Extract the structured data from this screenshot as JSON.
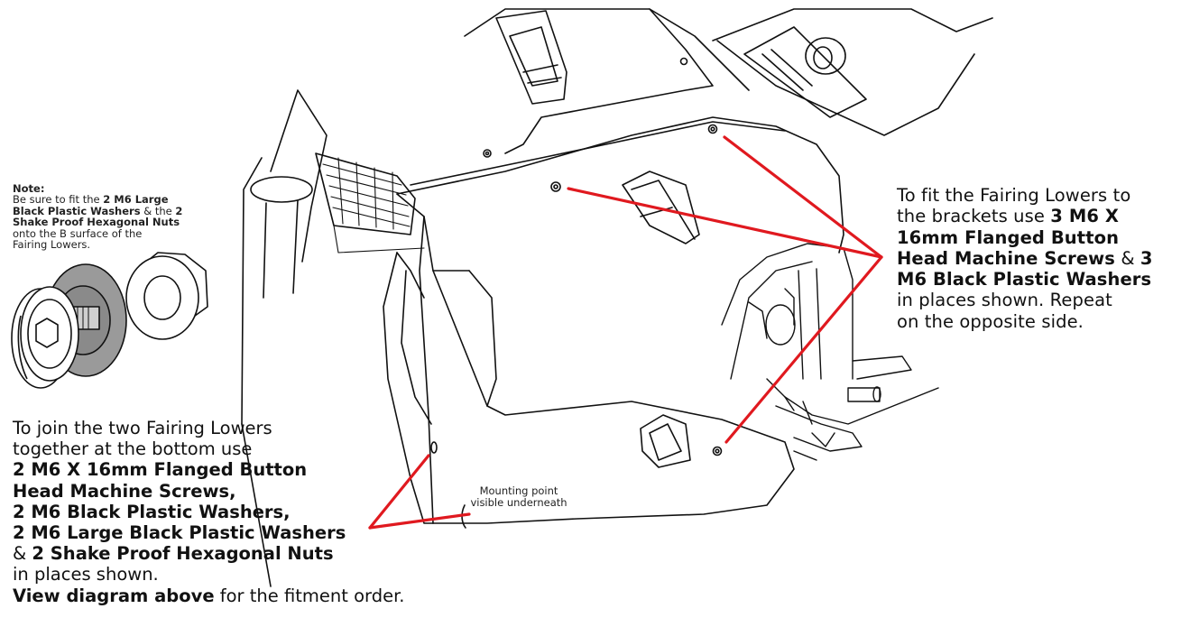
{
  "note": {
    "heading": "Note:",
    "l1_a": "Be sure to fit the ",
    "l1_b": "2 M6 Large",
    "l2_a": "Black Plastic Washers",
    "l2_b": " & the ",
    "l2_c": "2",
    "l3_a": "Shake Proof Hexagonal Nuts",
    "l4": "onto the B surface of the",
    "l5": "Fairing Lowers."
  },
  "right_text": {
    "l1": "To fit the Fairing Lowers to",
    "l2_a": "the brackets use ",
    "l2_b": "3 M6 X",
    "l3": "16mm Flanged Button",
    "l4_a": "Head Machine Screws",
    "l4_b": " & ",
    "l4_c": "3",
    "l5": "M6 Black Plastic Washers",
    "l6": "in places shown. Repeat",
    "l7": "on the opposite side."
  },
  "left_text": {
    "l1": "To join the two Fairing Lowers",
    "l2": "together at the bottom use",
    "l3": "2 M6 X 16mm Flanged Button",
    "l4": "Head Machine Screws,",
    "l5": "2 M6 Black Plastic Washers,",
    "l6": "2 M6 Large Black Plastic Washers",
    "l7_a": "& ",
    "l7_b": "2 Shake Proof Hexagonal Nuts",
    "l8": "in places shown.",
    "l9_a": "View diagram above",
    "l9_b": " for the fitment order."
  },
  "mount_label": {
    "l1": "Mounting point",
    "l2": "visible underneath"
  },
  "colors": {
    "leader": "#e0191f",
    "outline": "#111111",
    "washer_grey": "#9a9a9a"
  }
}
